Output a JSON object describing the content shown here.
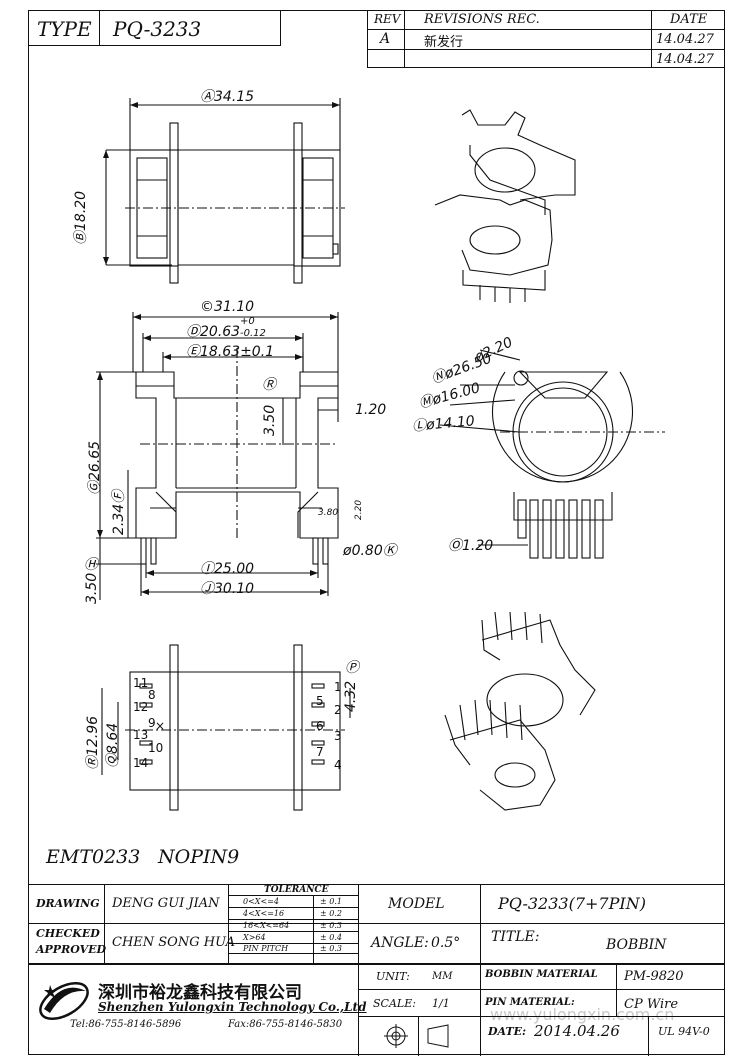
{
  "header": {
    "type_label": "TYPE",
    "type_value": "PQ-3233",
    "rev_label": "REV",
    "revisions_label": "REVISIONS REC.",
    "date_label": "DATE",
    "rev_value": "A",
    "rev_desc": "新发行",
    "rev_date1": "14.04.27",
    "rev_date2": "14.04.27"
  },
  "dimensions": {
    "top_A": "Ⓐ34.15",
    "top_B": "Ⓑ18.20",
    "C": "©31.10",
    "D": "Ⓓ20.63",
    "D_tol_plus": "+0",
    "D_tol_minus": "-0.12",
    "E": "Ⓔ18.63±0.1",
    "R": "Ⓡ",
    "h350": "3.50",
    "w120": "1.20",
    "G": "Ⓖ26.65",
    "F": "2.34Ⓕ",
    "w380": "3.80",
    "w220": "2.20",
    "K": "ø0.80Ⓚ",
    "H": "Ⓗ",
    "h350b": "3.50",
    "I": "Ⓘ25.00",
    "J": "Ⓙ30.10",
    "N": "Ⓝø26.50",
    "d220": "ø2.20",
    "M": "Ⓜø16.00",
    "L": "Ⓛø14.10",
    "O": "Ⓞ1.20",
    "P": "Ⓟ",
    "p432": "4.32",
    "Q": "Ⓠ8.64",
    "R2": "Ⓡ12.96"
  },
  "pins": {
    "left": [
      "11",
      "8",
      "12",
      "9",
      "13",
      "10",
      "14"
    ],
    "right": [
      "5",
      "1",
      "2",
      "6",
      "3",
      "7",
      "4"
    ],
    "x_mark": "×"
  },
  "notes": {
    "part": "EMT0233",
    "nopin": "NOPIN9"
  },
  "title_block": {
    "drawing_label": "DRAWING",
    "drawing_value": "DENG GUI JIAN",
    "checked_label": "CHECKED",
    "approved_label": "APPROVED",
    "checked_value": "CHEN SONG HUA",
    "tolerance_label": "TOLERANCE",
    "tolerances": [
      {
        "range": "0<X<=4",
        "tol": "± 0.1"
      },
      {
        "range": "4<X<=16",
        "tol": "± 0.2"
      },
      {
        "range": "16<X<=64",
        "tol": "± 0.3"
      },
      {
        "range": "X>64",
        "tol": "± 0.4"
      },
      {
        "range": "PIN PITCH",
        "tol": "± 0.3"
      }
    ],
    "model_label": "MODEL",
    "model_value": "PQ-3233(7+7PIN)",
    "angle_label": "ANGLE:",
    "angle_value": "0.5°",
    "title_label": "TITLE:",
    "title_value": "BOBBIN",
    "unit_label": "UNIT:",
    "unit_value": "MM",
    "scale_label": "SCALE:",
    "scale_value": "1/1",
    "bobbin_material_label": "BOBBIN MATERIAL",
    "bobbin_material_value": "PM-9820",
    "pin_material_label": "PIN MATERIAL:",
    "pin_material_value": "CP Wire",
    "date_label": "DATE:",
    "date_value": "2014.04.26",
    "ul_value": "UL 94V-0",
    "company_cn": "深圳市裕龙鑫科技有限公司",
    "company_en": "Shenzhen Yulongxin Technology Co.,Ltd",
    "tel": "Tel:86-755-8146-5896",
    "fax": "Fax:86-755-8146-5830",
    "watermark": "www.yulongxin.com.cn"
  }
}
